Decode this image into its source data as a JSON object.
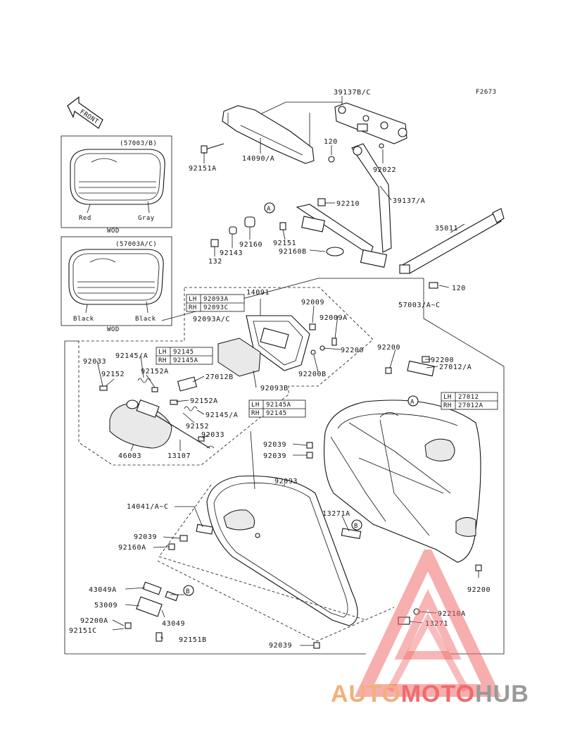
{
  "figure_code": "F2673",
  "front_label": "FRONT",
  "insets": [
    {
      "part": "(57003/B)",
      "left_color": "Red",
      "right_color": "Gray",
      "note": "WOD"
    },
    {
      "part": "(57003A/C)",
      "left_color": "Black",
      "right_color": "Black",
      "note": "WOD"
    }
  ],
  "callouts": {
    "c39137bc": "39137B/C",
    "c14090a": "14090/A",
    "c92151a": "92151A",
    "c120a": "120",
    "c92022": "92022",
    "c92210": "92210",
    "c39137a": "39137/A",
    "c35011": "35011",
    "c120b": "120",
    "c92151": "92151",
    "c92160b": "92160B",
    "c92160": "92160",
    "c92143": "92143",
    "c132": "132",
    "c57003ac": "57003/A~C",
    "c14091": "14091",
    "c92009": "92009",
    "c92009a": "92009A",
    "c92200a": "92200",
    "c92200b": "92200B",
    "c92093b": "92093B",
    "c92093ac": "92093A/C",
    "c92200c": "92200",
    "c92200d": "92200",
    "c27012a": "27012/A",
    "c92033a": "92033",
    "c92145a": "92145/A",
    "c92152a": "92152",
    "c92152aa": "92152A",
    "c27012b": "27012B",
    "c92152ab": "92152A",
    "c92145ab": "92145/A",
    "c92152b": "92152",
    "c92033b": "92033",
    "c46003": "46003",
    "c13107": "13107",
    "c92039a": "92039",
    "c92039b": "92039",
    "c92093": "92093",
    "c14041": "14041/A~C",
    "c13271a": "13271A",
    "c92039c": "92039",
    "c92160a": "92160A",
    "c43049a": "43049A",
    "c53009": "53009",
    "c43049": "43049",
    "c92200a2": "92200A",
    "c92151c": "92151C",
    "c92151b": "92151B",
    "c92039d": "92039",
    "c92200e": "92200",
    "c92210a": "92210A",
    "c13271": "13271"
  },
  "ref_markers": {
    "a1": "A",
    "a2": "A",
    "b1": "B",
    "b2": "B"
  },
  "tables": {
    "t1": {
      "rows": [
        [
          "LH",
          "92093A"
        ],
        [
          "RH",
          "92093C"
        ]
      ]
    },
    "t2": {
      "rows": [
        [
          "LH",
          "92145"
        ],
        [
          "RH",
          "92145A"
        ]
      ]
    },
    "t3": {
      "rows": [
        [
          "LH",
          "92145A"
        ],
        [
          "RH",
          "92145"
        ]
      ]
    },
    "t4": {
      "rows": [
        [
          "LH",
          "27012"
        ],
        [
          "RH",
          "27012A"
        ]
      ]
    }
  },
  "watermark": {
    "part1": "AUTO",
    "part2": "MOTO",
    "part3": "HUB",
    "colors": {
      "auto": "#f3b07a",
      "moto": "#f06b6b",
      "hub": "#9a9a9a",
      "triangle": "#f06b6b"
    }
  }
}
